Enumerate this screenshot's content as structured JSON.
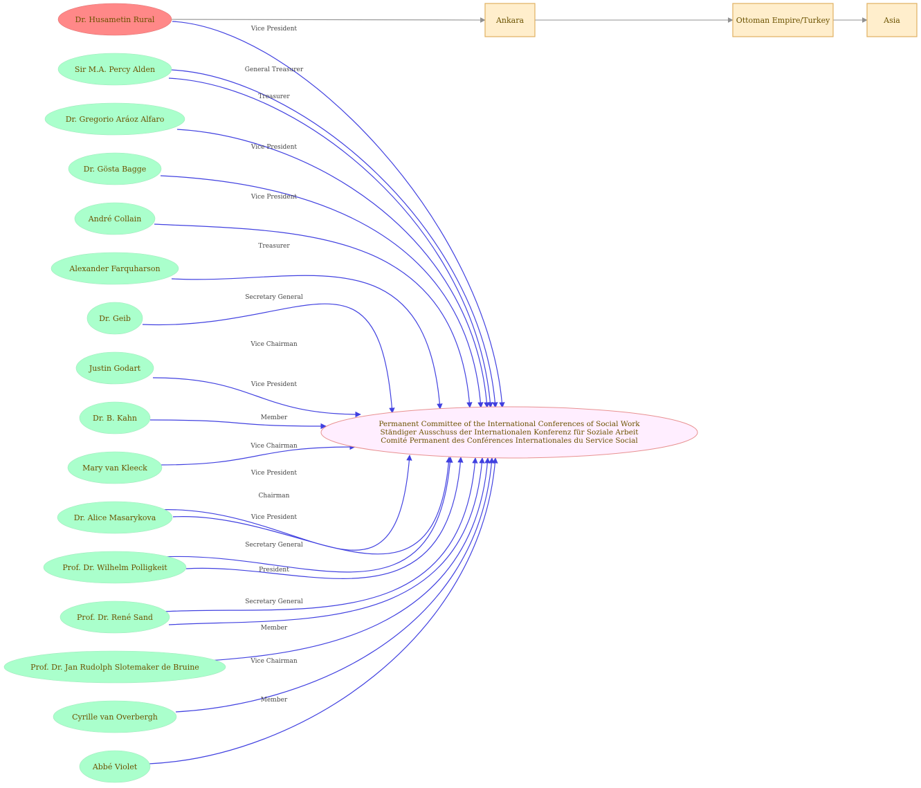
{
  "diagram": {
    "colors": {
      "person_fill": "#aaffcc",
      "highlight_fill": "#ff8888",
      "hub_fill": "#ffeeff",
      "hub_stroke": "#e89090",
      "place_fill": "#ffeecc",
      "place_stroke": "#e0b060",
      "edge_color": "#4040e0",
      "chain_color": "#909090",
      "text_color": "#6b5200"
    },
    "hub": {
      "lines": [
        "Permanent Committee of the International Conferences of Social Work",
        "Ständiger Ausschuss der Internationalen Konferenz für Soziale Arbeit",
        "Comité Permanent des Conférences Internationales du Service Social"
      ]
    },
    "places": [
      "Ankara",
      "Ottoman Empire/Turkey",
      "Asia"
    ],
    "people": [
      {
        "name": "Dr. Husametin Rural",
        "highlight": true,
        "roles": [
          "Vice President"
        ]
      },
      {
        "name": "Sir M.A. Percy Alden",
        "roles": [
          "General Treasurer",
          "Treasurer"
        ]
      },
      {
        "name": "Dr. Gregorio  Aráoz Alfaro",
        "roles": [
          "Vice President"
        ]
      },
      {
        "name": "Dr. Gösta Bagge",
        "roles": [
          "Vice President"
        ]
      },
      {
        "name": "André Collain",
        "roles": [
          "Treasurer"
        ]
      },
      {
        "name": "Alexander Farquharson",
        "roles": [
          "Secretary General"
        ]
      },
      {
        "name": "Dr. Geib",
        "roles": [
          "Vice Chairman"
        ]
      },
      {
        "name": "Justin Godart",
        "roles": [
          "Vice President"
        ]
      },
      {
        "name": "Dr. B. Kahn",
        "roles": [
          "Member"
        ]
      },
      {
        "name": "Mary van Kleeck",
        "roles": [
          "Vice Chairman"
        ]
      },
      {
        "name": "Dr. Alice Masarykova",
        "roles": [
          "Vice President",
          "Chairman"
        ]
      },
      {
        "name": "Prof. Dr. Wilhelm Polligkeit",
        "roles": [
          "Vice President",
          "Secretary General"
        ]
      },
      {
        "name": "Prof. Dr. René Sand",
        "roles": [
          "President",
          "Secretary General"
        ]
      },
      {
        "name": "Prof. Dr. Jan Rudolph Slotemaker de Bruine",
        "roles": [
          "Member"
        ]
      },
      {
        "name": "Cyrille  van Overbergh",
        "roles": [
          "Vice Chairman"
        ]
      },
      {
        "name": "Abbé Violet",
        "roles": [
          "Member"
        ]
      }
    ]
  }
}
